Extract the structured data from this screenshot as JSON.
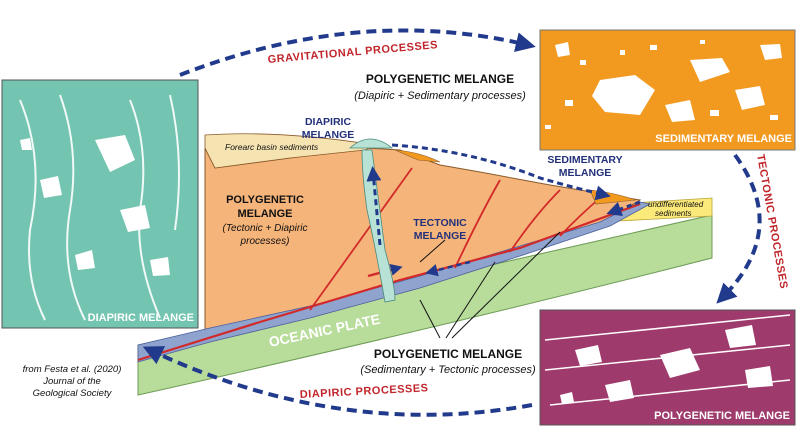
{
  "processes": {
    "gravitational": "GRAVITATIONAL PROCESSES",
    "tectonic": "TECTONIC PROCESSES",
    "diapiric": "DIAPIRIC PROCESSES"
  },
  "panels": {
    "sedimentary": "SEDIMENTARY MELANGE",
    "diapiric": "DIAPIRIC MELANGE",
    "polygenetic": "POLYGENETIC MELANGE"
  },
  "labels": {
    "poly_top_title": "POLYGENETIC MELANGE",
    "poly_top_sub": "(Diapiric + Sedimentary processes)",
    "diapiric_1": "DIAPIRIC",
    "diapiric_2": "MELANGE",
    "forearc": "Forearc basin sediments",
    "poly_left_1": "POLYGENETIC",
    "poly_left_2": "MELANGE",
    "poly_left_3": "(Tectonic + Diapiric",
    "poly_left_4": "processes)",
    "tectonic_1": "TECTONIC",
    "tectonic_2": "MELANGE",
    "sedimentary_1": "SEDIMENTARY",
    "sedimentary_2": "MELANGE",
    "undiff_1": "undifferentiated",
    "undiff_2": "sediments",
    "oceanic": "OCEANIC PLATE",
    "poly_bottom_title": "POLYGENETIC MELANGE",
    "poly_bottom_sub": "(Sedimentary + Tectonic processes)"
  },
  "citation": {
    "line1": "from Festa et al. (2020)",
    "line2": "Journal of the",
    "line3": "Geological Society"
  },
  "colors": {
    "sedimentary_panel": "#f2991f",
    "diapiric_panel": "#73c4b0",
    "polygenetic_panel": "#9e3a6c",
    "wedge": "#f5b47a",
    "forearc": "#f6e3b2",
    "oceanic_plate": "#b8dc9a",
    "subduction_band": "#8fa3cf",
    "thrust": "#d22a2a",
    "arrow": "#223a8c",
    "undiff": "#fbe97a"
  }
}
